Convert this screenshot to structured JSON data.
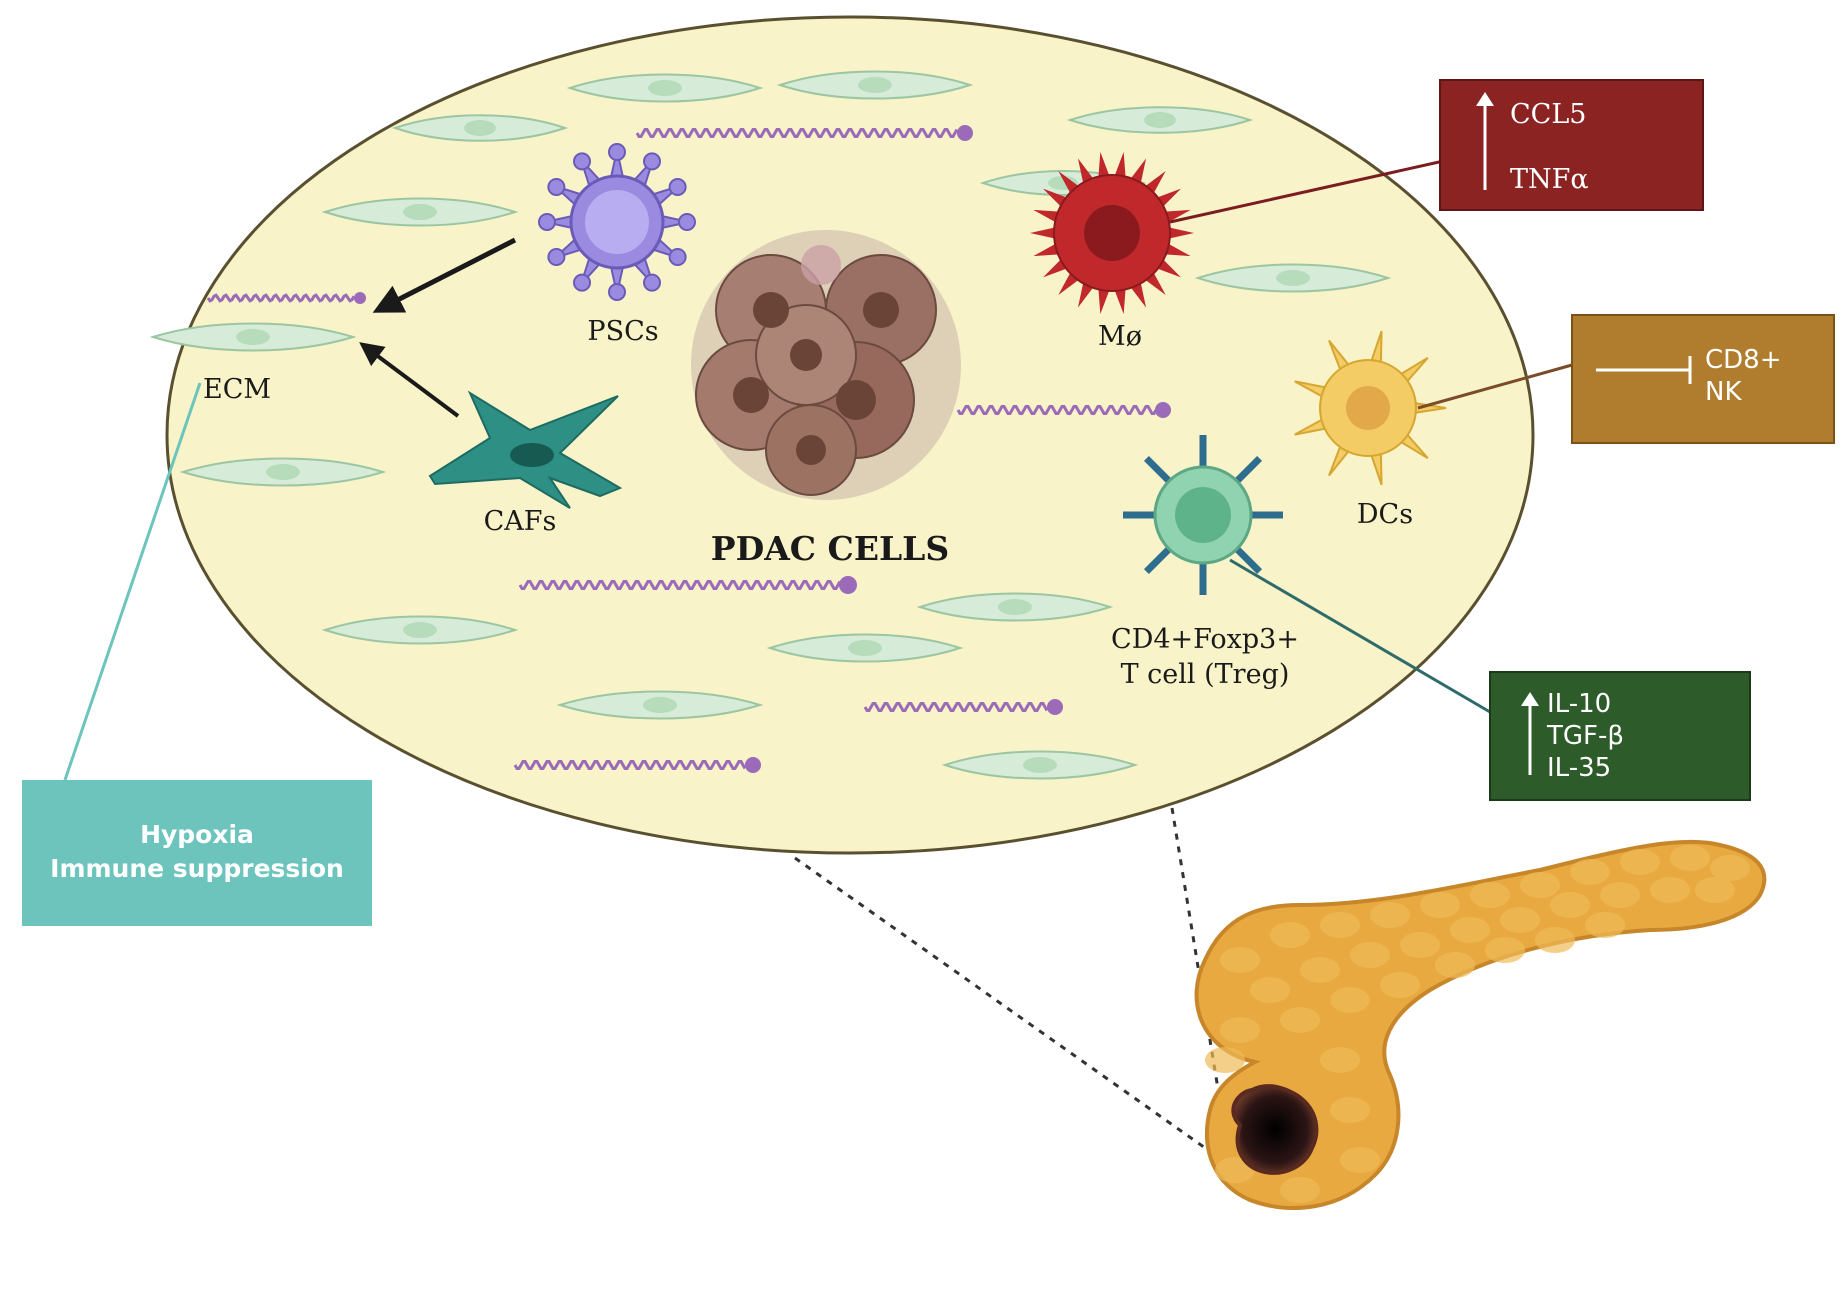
{
  "labels": {
    "pscs": "PSCs",
    "ecm": "ECM",
    "cafs": "CAFs",
    "pdac": "PDAC CELLS",
    "macrophage": "Mø",
    "dcs": "DCs",
    "treg_line1": "CD4+Foxp3+",
    "treg_line2": "T cell (Treg)"
  },
  "boxes": {
    "macrophage": {
      "line1": "CCL5",
      "line2": "TNFα",
      "arrow": "up-arrow-icon"
    },
    "dcs": {
      "line1": "CD8+",
      "line2": "NK",
      "arrow": "inhibition-arrow-icon"
    },
    "treg": {
      "line1": "IL-10",
      "line2": "TGF-β",
      "line3": "IL-35",
      "arrow": "up-arrow-icon"
    },
    "ecm": {
      "line1": "Hypoxia",
      "line2": "Immune suppression"
    }
  },
  "colors": {
    "ellipse_fill": "#f8f3c8",
    "ellipse_stroke": "#5a5030",
    "macrophage_box": "#8b2323",
    "dcs_box": "#b07c2e",
    "treg_box": "#2e5b2a",
    "ecm_box": "#6cc4bc",
    "pancreas": "#e8a940",
    "tumor": "#2b1414",
    "fibroblast": "#d6ecd8",
    "psc": "#9b8be0",
    "caf": "#2e8f84",
    "macrophage_cell": "#c0282c",
    "dc_cell": "#f3cc66",
    "treg_cell": "#8fd3b0",
    "collagen": "#9b6ab8"
  }
}
